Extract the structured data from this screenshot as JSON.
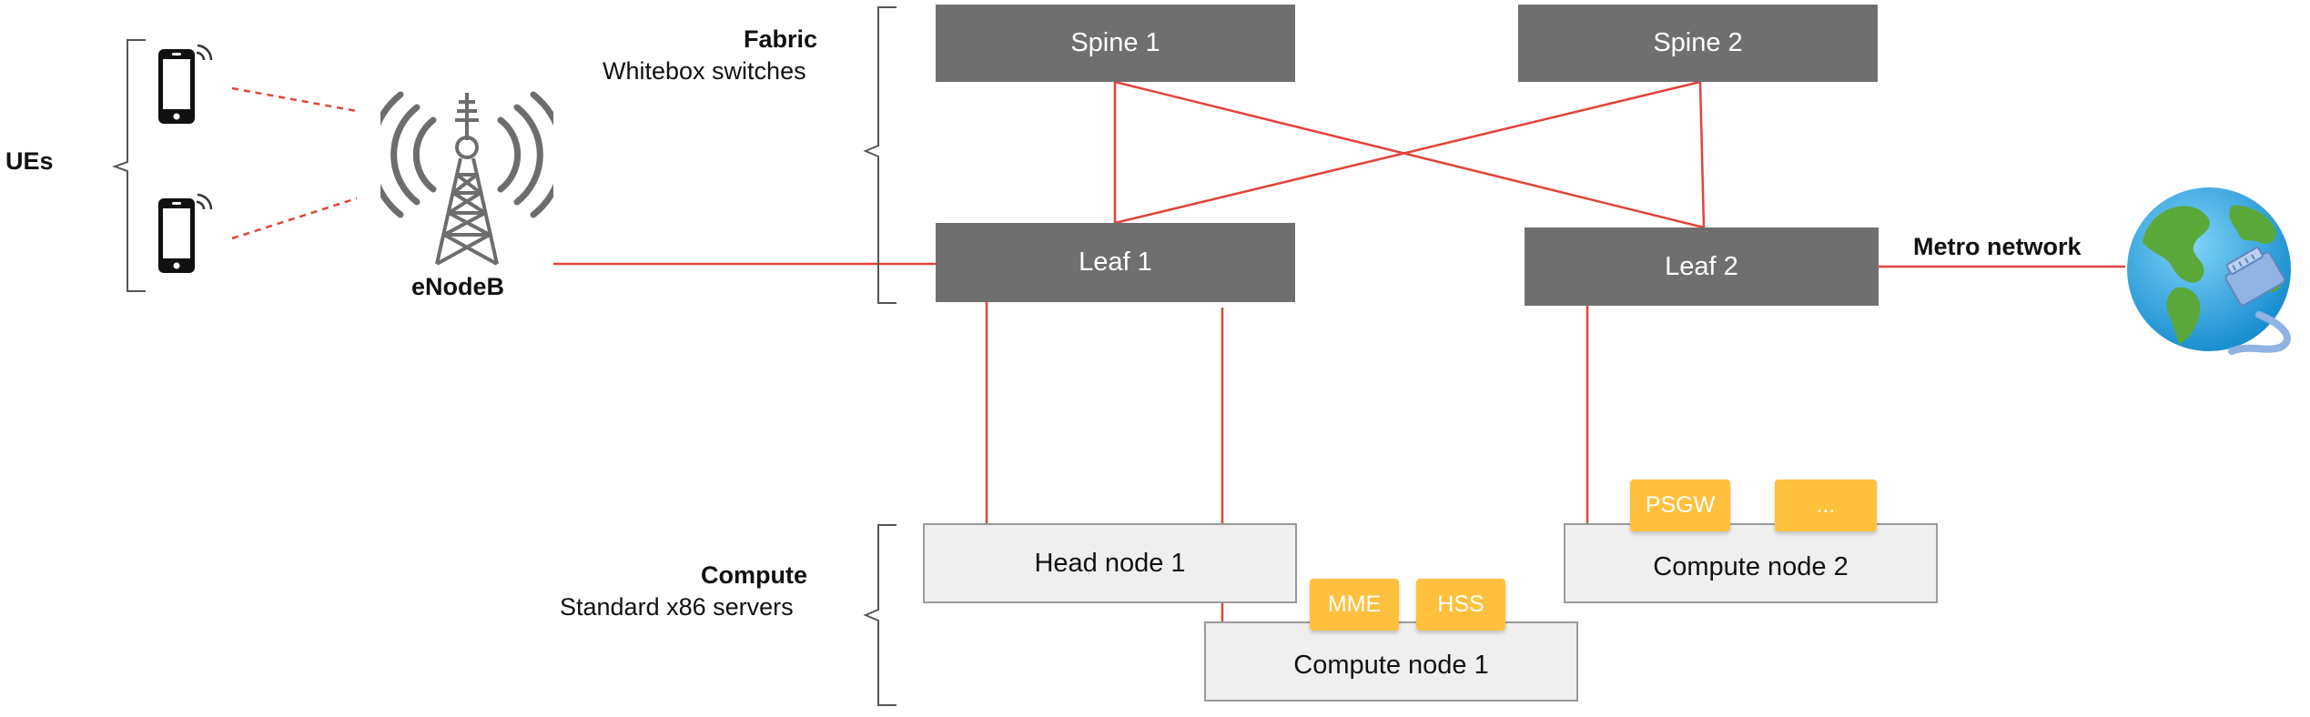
{
  "labels": {
    "ues": "UEs",
    "enodeb": "eNodeB",
    "fabric_title": "Fabric",
    "fabric_subtitle": "Whitebox switches",
    "compute_title": "Compute",
    "compute_subtitle": "Standard x86 servers",
    "metro": "Metro network"
  },
  "switches": {
    "spine1": "Spine 1",
    "spine2": "Spine 2",
    "leaf1": "Leaf 1",
    "leaf2": "Leaf 2"
  },
  "servers": {
    "head1": "Head node 1",
    "compute1": "Compute node 1",
    "compute2": "Compute node 2"
  },
  "vnfs": {
    "mme": "MME",
    "hss": "HSS",
    "psgw": "PSGW",
    "more": "..."
  },
  "colors": {
    "link": "#e0443a",
    "switch": "#6f6f6f",
    "server": "#efefef",
    "vnf": "#ffc03d"
  },
  "icons": {
    "phone": "smartphone-icon",
    "tower": "cell-tower-icon",
    "globe": "globe-network-icon"
  }
}
